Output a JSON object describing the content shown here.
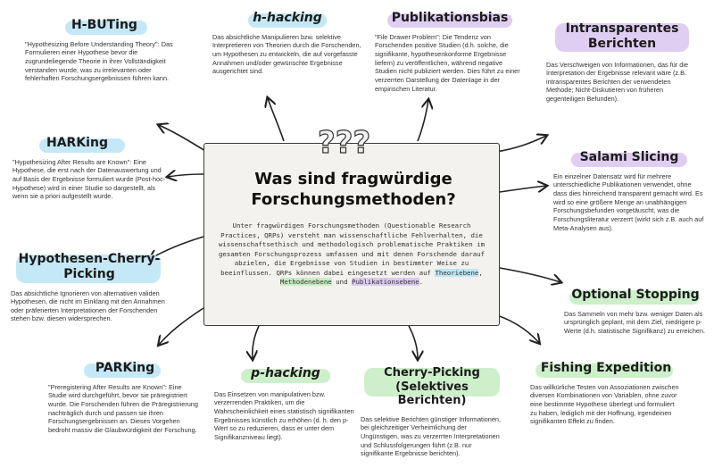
{
  "center": {
    "title": "Was sind fragwürdige Forschungsmethoden?",
    "text": "Unter fragwürdigen Forschungsmethoden (Questionable Research Practices, QRPs) versteht man wissenschaftliche Fehlverhalten, die wissenschaftsethisch und methodologisch problematische Praktiken im gesamten Forschungsprozess umfassen und mit denen Forschende darauf abzielen, die Ergebnisse von Studien in bestimmter Weise zu beeinflussen. QRPs können dabei eingesetzt werden auf",
    "tag_theory": "Theoriebene",
    "sep1": ",",
    "tag_method": "Methodenebene",
    "sep2": " und ",
    "tag_publication": "Publikationsebene",
    "end": ".",
    "question_marks": "???"
  },
  "nodes": {
    "hbuting": {
      "title": "H-BUTing",
      "desc": "\"Hypothesizing Before Understanding Theory\": Das Formulieren einer Hypothese bevor die zugrundeliegende Theorie in ihrer Vollständigkeit verstanden wurde, was zu irrelevanten oder fehlerhaften Forschungsergebnissen führen kann."
    },
    "hhacking": {
      "title": "h-hacking",
      "desc": "Das absichtliche Manipulieren bzw. selektive Interpretieren von Theorien durch die Forschenden, um Hypothesen zu entwickeln, die auf vorgefasste Annahmen und/oder gewünschte Ergebnisse ausgerichtet sind."
    },
    "pubbias": {
      "title": "Publikationsbias",
      "desc": "\"File Drawer Problem\": Die Tendenz von Forschenden positive Studien (d.h. solche, die signifikante, hypothesenkonforme Ergebnisse liefern) zu veröffentlichen, während negative Studien nicht publiziert werden. Dies führt zu einer verzerrten Darstellung der Datenlage in der empirischen Literatur."
    },
    "intransparent": {
      "title": "Intransparentes Berichten",
      "desc": "Das Verschweigen von Informationen, das für die Interpretation der Ergebnisse relevant wäre (z.B. intransparentes Berichten der verwendeten Methode; Nicht-Diskutieren von früheren gegenteiligen Befunden)."
    },
    "harking": {
      "title": "HARKing",
      "desc": "\"Hypothesizing After Results are Known\": Eine Hypothese, die erst nach der Datenauswertung und auf Basis der Ergebnisse formuliert wurde (Post-hoc-Hypothese) wird in einer Studie so dargestellt, als wenn sie a priori aufgestellt wurde."
    },
    "salami": {
      "title": "Salami Slicing",
      "desc": "Ein einzelner Datensatz wird für mehrere unterschiedliche Publikationen verwendet, ohne dass dies hinreichend transparent gemacht wird. Es wird so eine größere Menge an unabhängigen Forschungsbefunden vorgetäuscht, was die Forschungsliteratur verzerrt (wirkt sich z.B. auch auf Meta-Analysen aus)."
    },
    "cherryhyp": {
      "title": "Hypothesen-Cherry-Picking",
      "desc": "Das absichtliche Ignorieren von alternativen validen Hypothesen, die nicht im Einklang mit den Annahmen oder präferierten Interpretationen der Forschenden stehen bzw. diesen widersprechen."
    },
    "optional": {
      "title": "Optional Stopping",
      "desc": "Das Sammeln von mehr bzw. weniger Daten als ursprünglich geplant, mit dem Ziel, niedrigere p-Werte (d.h. statistische Signifikanz) zu erreichen."
    },
    "parking": {
      "title": "PARKing",
      "desc": "\"Preregistering After Results are Known\": Eine Studie wird durchgeführt, bevor sie präregistriert wurde. Die Forschenden führen die Präregistrierung nachträglich durch und passen sie ihren Forschungsergebnissen an. Dieses Vorgehen bedroht massiv die Glaubwürdigkeit der Forschung."
    },
    "phacking": {
      "title": "p-hacking",
      "desc": "Das Einsetzen von manipulativen bzw. verzerrenden Praktiken, um die Wahrscheinlichkeit eines statistisch signifikanten Ergebnisses künstlich zu erhöhen (d. h. den p-Wert so zu reduzieren, dass er unter dem Signifikanzniveau liegt)."
    },
    "cherrysel": {
      "title": "Cherry-Picking (Selektives Berichten)",
      "desc": "Das selektive Berichten günstiger Informationen, bei gleichzeitiger Verheimlichung der Ungünstigen, was zu verzerrten Interpretationen und Schlussfolgerungen führt (z.B. nur signifikante Ergebnisse berichten)."
    },
    "fishing": {
      "title": "Fishing Expedition",
      "desc": "Das willkürliche Testen von Assoziationen zwischen diversen Kombinationen von Variablen, ohne zuvor eine bestimmte Hypothese überlegt und formuliert zu haben, lediglich mit der Hoffnung, irgendeinen signifikanten Effekt zu finden."
    }
  }
}
